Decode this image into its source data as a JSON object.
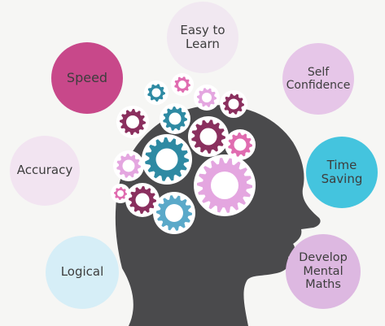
{
  "benefits": {
    "easy_to_learn": "Easy to\nLearn",
    "speed": "Speed",
    "self_confidence": "Self\nConfidence",
    "accuracy": "Accuracy",
    "time_saving": "Time\nSaving",
    "logical": "Logical",
    "develop_mental_maths": "Develop\nMental\nMaths"
  },
  "colors": {
    "easy_to_learn": "#f1e8f1",
    "speed": "#c8488a",
    "self_confidence": "#e6c6e8",
    "accuracy": "#f2e4f1",
    "time_saving": "#44c4de",
    "logical": "#d6eef7",
    "develop_mental_maths": "#ddb8e1",
    "head": "#4a4a4c",
    "gear_purple": "#8a2f5e",
    "gear_teal": "#2e8aa3",
    "gear_pink": "#e06cb0",
    "gear_lilac": "#e4a6e0",
    "gear_blue": "#5aa9c9"
  },
  "icons": [
    "head-silhouette-icon",
    "gear-icon"
  ]
}
